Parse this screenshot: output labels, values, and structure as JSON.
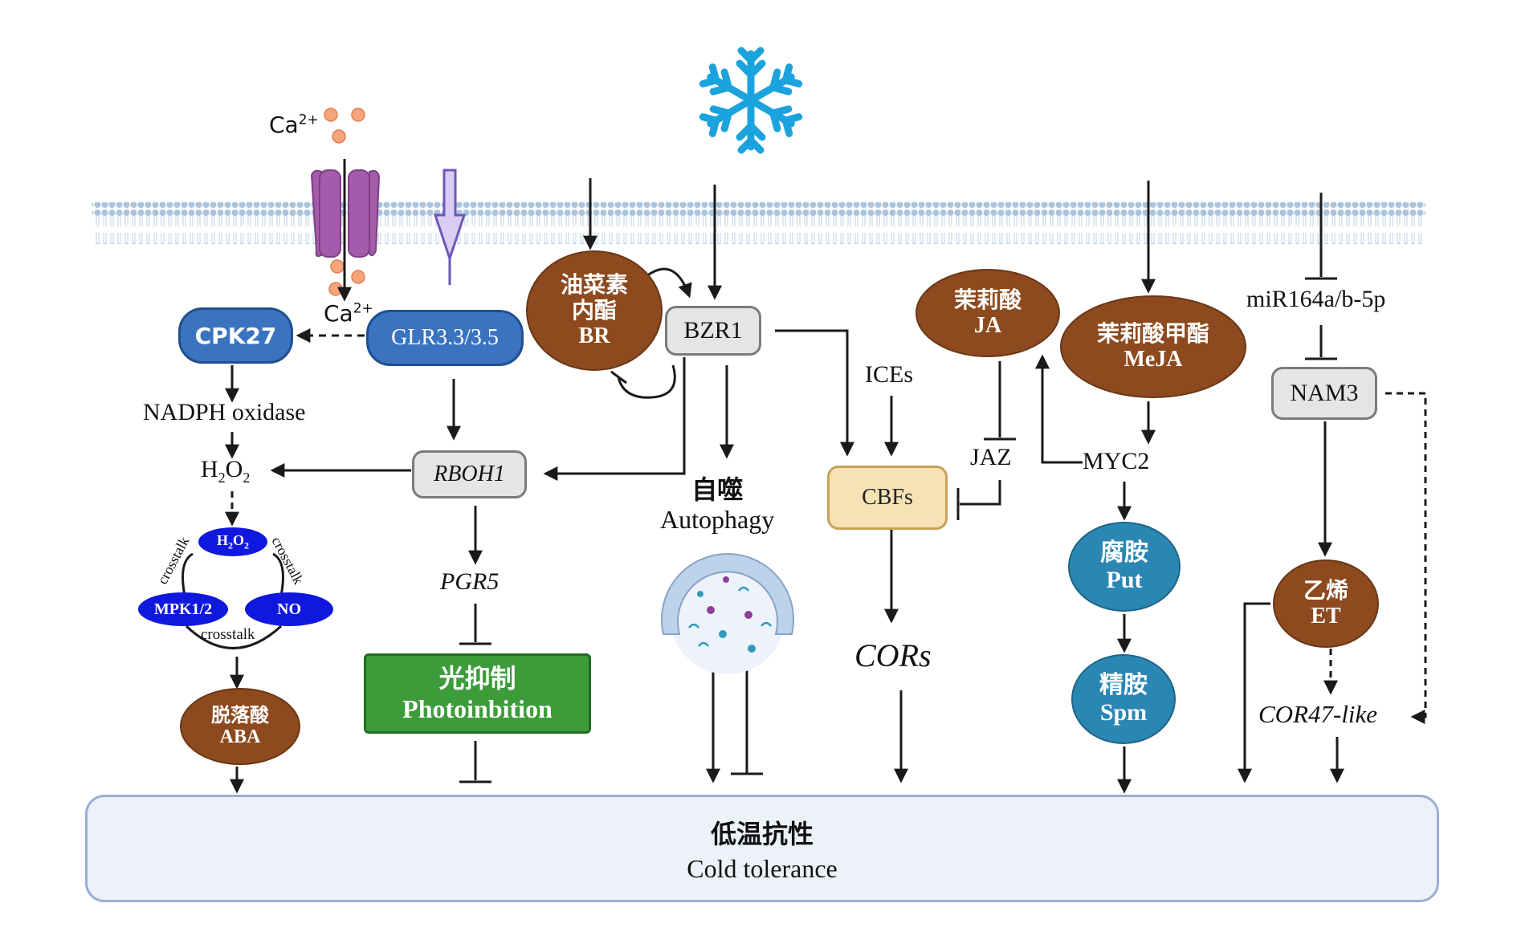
{
  "stimulus": {
    "icon": "snowflake-icon",
    "color": "#1aa3dd"
  },
  "membrane": {
    "color": "#a9c4dd"
  },
  "ca_top": {
    "base": "Ca",
    "sup": "2+"
  },
  "ca_bottom": {
    "base": "Ca",
    "sup": "2+"
  },
  "nodes": {
    "cpk27": "CPK27",
    "glr": "GLR3.3/3.5",
    "nadph": "NADPH oxidase",
    "h2o2": {
      "base": "H",
      "sub1": "2",
      "mid": "O",
      "sub2": "2"
    },
    "rboh1": "RBOH1",
    "pgr5": "PGR5",
    "photo": {
      "zh": "光抑制",
      "en": "Photoinbition"
    },
    "br": {
      "zh1": "油菜素",
      "zh2": "内酯",
      "en": "BR"
    },
    "bzr1": "BZR1",
    "autophagy": {
      "zh": "自噬",
      "en": "Autophagy"
    },
    "ices": "ICEs",
    "cbfs": "CBFs",
    "cors": "CORs",
    "ja": {
      "zh": "茉莉酸",
      "en": "JA"
    },
    "jaz": "JAZ",
    "meja": {
      "zh": "茉莉酸甲酯",
      "en": "MeJA"
    },
    "myc2": "MYC2",
    "put": {
      "zh": "腐胺",
      "en": "Put"
    },
    "spm": {
      "zh": "精胺",
      "en": "Spm"
    },
    "mir": "miR164a/b-5p",
    "nam3": "NAM3",
    "et": {
      "zh": "乙烯",
      "en": "ET"
    },
    "cor47": "COR47-like",
    "aba": {
      "zh": "脱落酸",
      "en": "ABA"
    }
  },
  "crosstalk": {
    "h2o2": {
      "base": "H",
      "sub1": "2",
      "mid": "O",
      "sub2": "2"
    },
    "mpk": "MPK1/2",
    "no": "NO",
    "label_left": "crosstalk",
    "label_right": "crosstalk",
    "label_bottom": "crosstalk",
    "oval_color": "#1018e0"
  },
  "output": {
    "zh": "低温抗性",
    "en": "Cold tolerance"
  },
  "colors": {
    "hormone_brown": "#8c4a1e",
    "polyamine_teal": "#2a86b3",
    "kinase_blue": "#3a73c0",
    "photo_green": "#3d9c3a",
    "cbf_cream": "#f6e2b4",
    "channel_purple": "#a45bab",
    "ca_ion": "#f4a57c"
  }
}
